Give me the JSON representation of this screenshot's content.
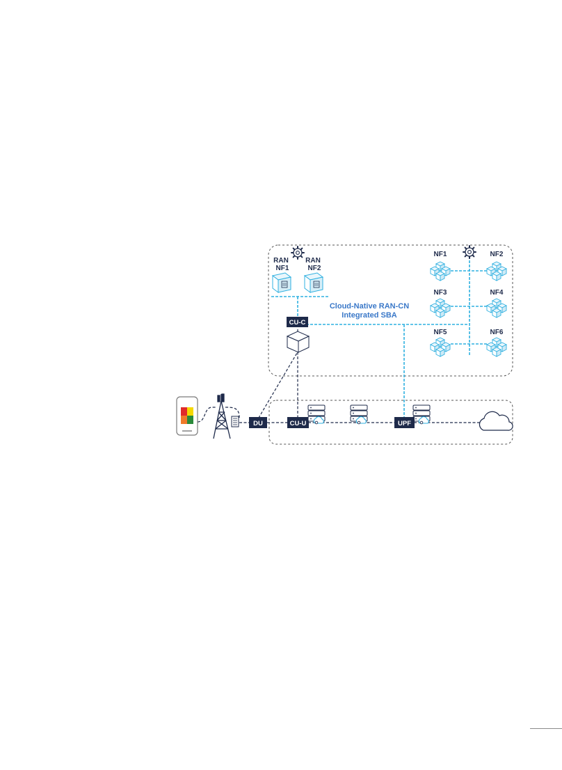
{
  "diagram": {
    "core_box_title_line1": "Cloud-Native RAN-CN",
    "core_box_title_line2": "Integrated SBA",
    "ran_nf1": [
      "RAN",
      "NF1"
    ],
    "ran_nf2": [
      "RAN",
      "NF2"
    ],
    "core_nfs": [
      "NF1",
      "NF2",
      "NF3",
      "NF4",
      "NF5",
      "NF6"
    ],
    "tags": {
      "cu_c": "CU-C",
      "du": "DU",
      "cu_u": "CU-U",
      "upf": "UPF"
    },
    "colors": {
      "navy": "#1e2a4a",
      "light_blue": "#2fb0e0",
      "label_blue": "#3a78c8",
      "dashed_gray": "#555555",
      "red": "#e02b2b",
      "yellow": "#f5d800",
      "orange": "#f07a2a",
      "green": "#2a8a3a"
    },
    "icons": [
      "gear-icon",
      "server-icon",
      "cloud-icon",
      "cell-tower-icon",
      "smartphone-icon",
      "cube-icon",
      "nf-cluster-icon"
    ]
  }
}
